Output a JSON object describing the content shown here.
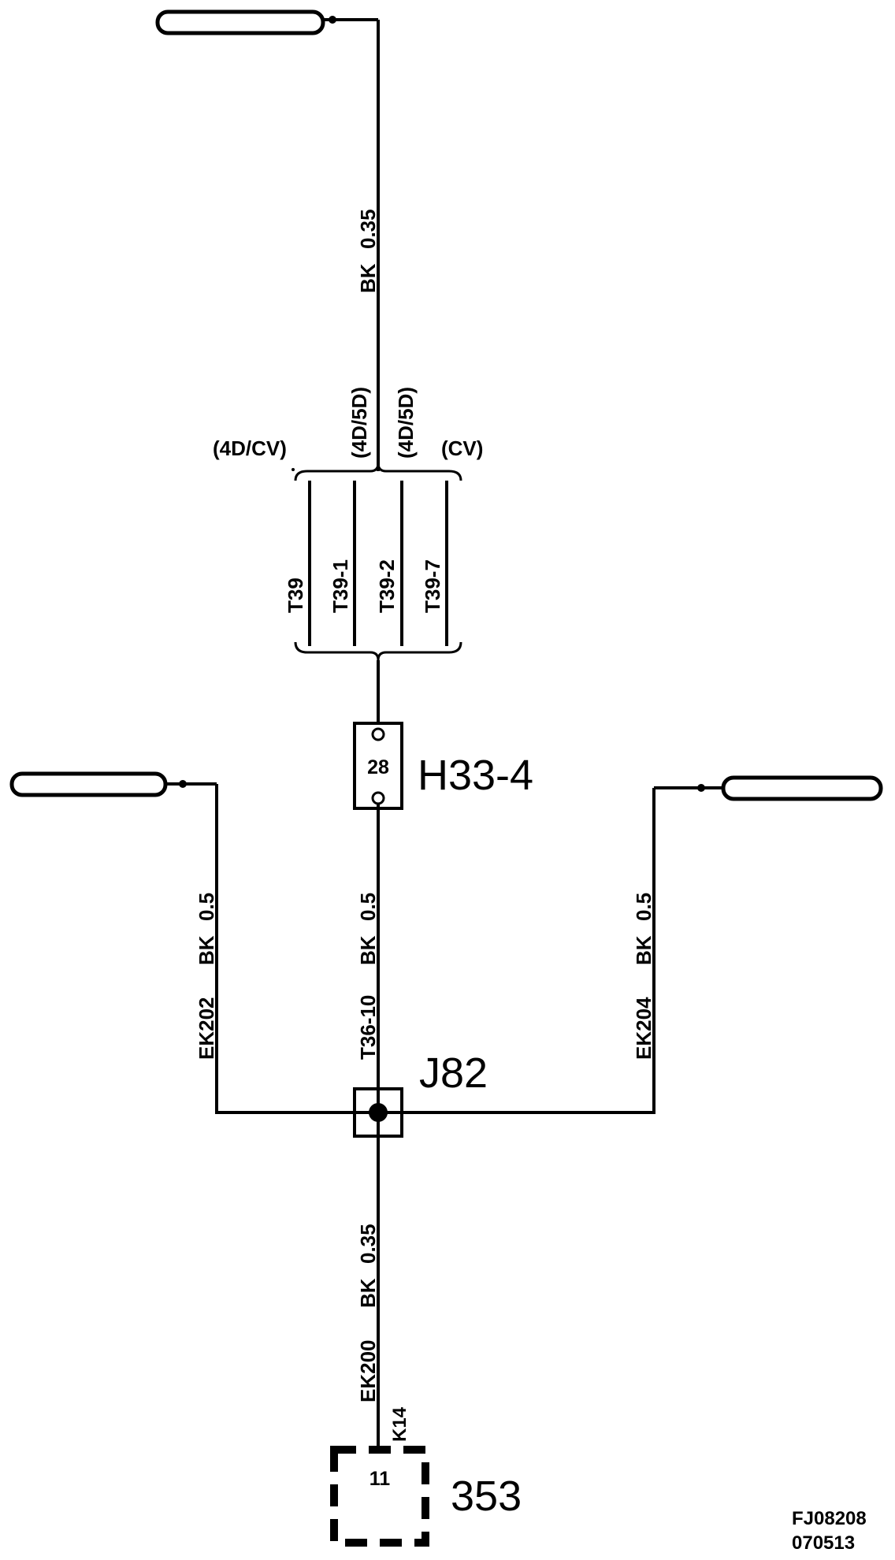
{
  "wires": {
    "top": {
      "color": "BK",
      "size": "0.35"
    },
    "left": {
      "id": "EK202",
      "color": "BK",
      "size": "0.5"
    },
    "center": {
      "id": "T36-10",
      "color": "BK",
      "size": "0.5"
    },
    "right": {
      "id": "EK204",
      "color": "BK",
      "size": "0.5"
    },
    "bottom": {
      "id": "EK200",
      "color": "BK",
      "size": "0.35"
    }
  },
  "variants": {
    "labels": [
      "(4D/CV)",
      "(4D/5D)",
      "(4D/5D)",
      "(CV)"
    ],
    "connectors": [
      "T39",
      "T39-1",
      "T39-2",
      "T39-7"
    ]
  },
  "connector_h33": {
    "name": "H33-4",
    "pin": "28"
  },
  "junction": {
    "name": "J82"
  },
  "component": {
    "name": "353",
    "pin": "11",
    "terminal": "K14"
  },
  "diagram_code": {
    "line1": "FJ08208",
    "line2": "070513"
  }
}
